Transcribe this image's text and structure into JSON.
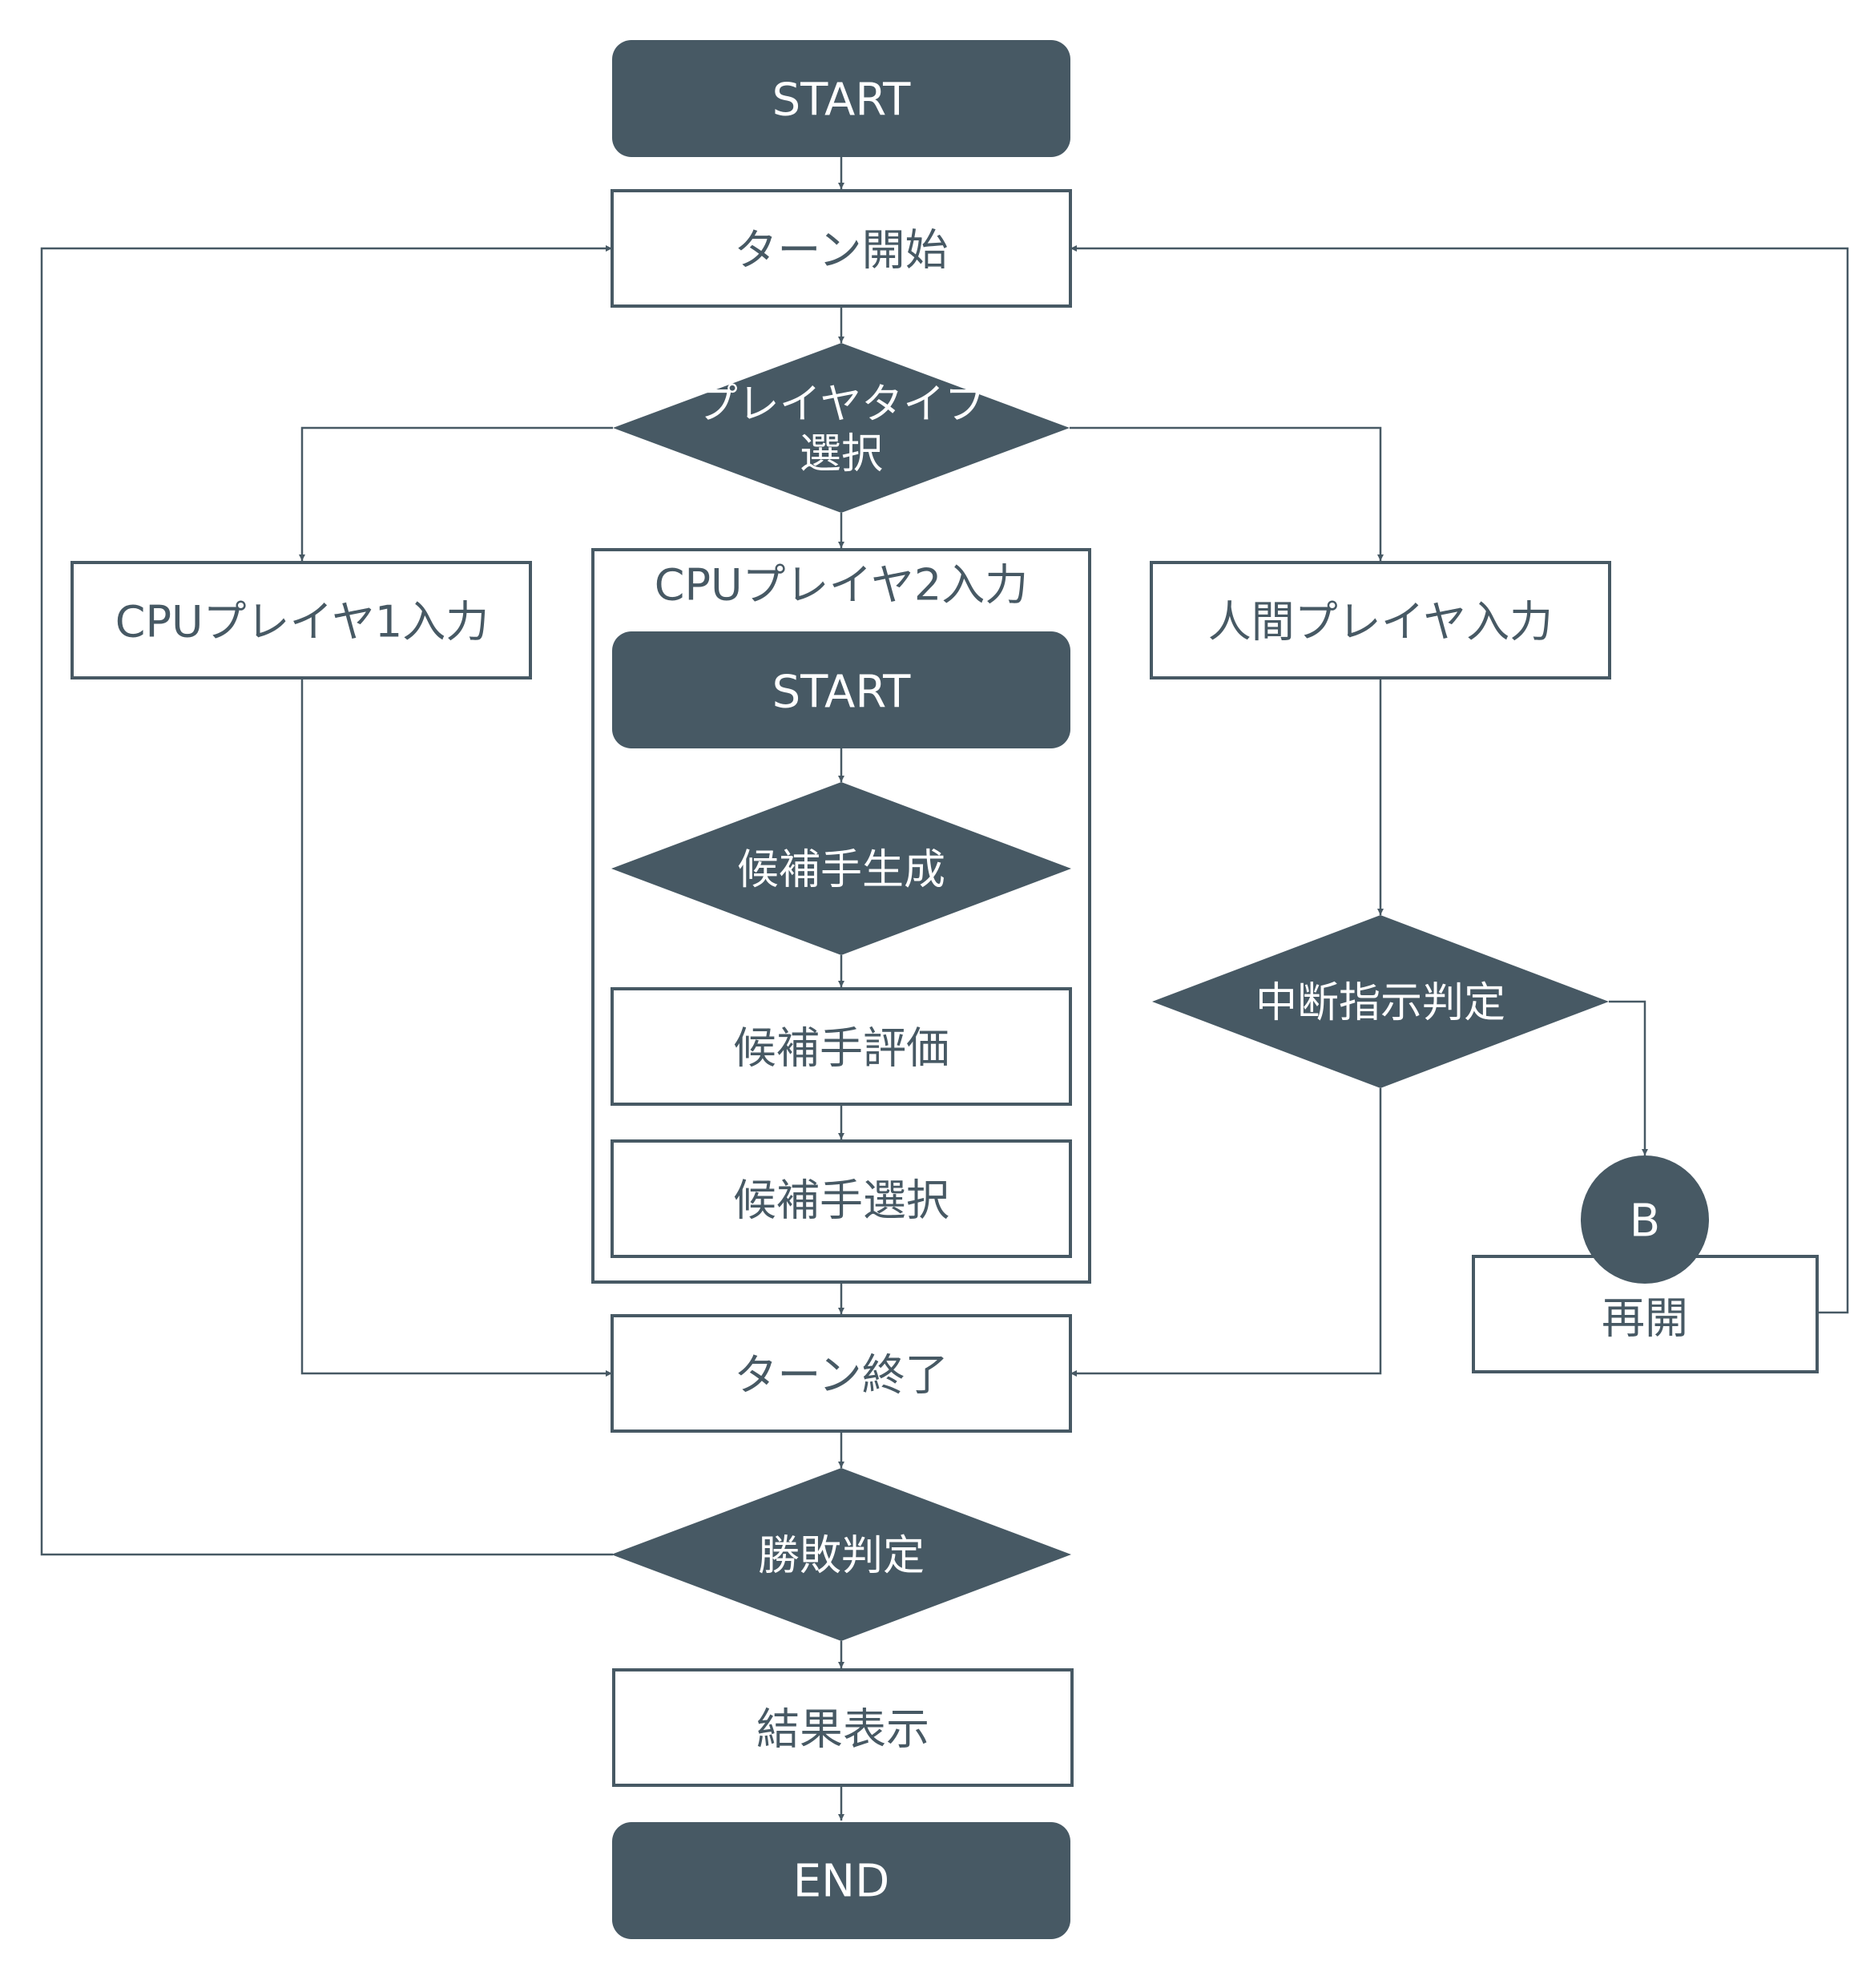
{
  "palette": {
    "primary": "#475964",
    "background": "#ffffff",
    "text_on_primary": "#ffffff",
    "text_on_light": "#475964"
  },
  "nodes": {
    "start_main": {
      "type": "terminal",
      "label": "START"
    },
    "turn_start": {
      "type": "process",
      "label": "ターン開始"
    },
    "player_type_select": {
      "type": "decision",
      "label_line1": "プレイヤタイプ",
      "label_line2": "選択"
    },
    "cpu1_input": {
      "type": "process",
      "label": "CPUプレイヤ1入力"
    },
    "cpu2_group": {
      "type": "group",
      "title": "CPUプレイヤ2入力"
    },
    "cpu2_start": {
      "type": "terminal",
      "label": "START"
    },
    "candidate_generate": {
      "type": "decision",
      "label": "候補手生成"
    },
    "candidate_evaluate": {
      "type": "process",
      "label": "候補手評価"
    },
    "candidate_select": {
      "type": "process",
      "label": "候補手選択"
    },
    "human_input": {
      "type": "process",
      "label": "人間プレイヤ入力"
    },
    "interrupt_check": {
      "type": "decision",
      "label": "中断指示判定"
    },
    "connector_b": {
      "type": "connector",
      "label": "B"
    },
    "resume": {
      "type": "process",
      "label": "再開"
    },
    "turn_end": {
      "type": "process",
      "label": "ターン終了"
    },
    "win_check": {
      "type": "decision",
      "label": "勝敗判定"
    },
    "show_result": {
      "type": "process",
      "label": "結果表示"
    },
    "end_main": {
      "type": "terminal",
      "label": "END"
    }
  },
  "edges": [
    {
      "from": "start_main",
      "to": "turn_start"
    },
    {
      "from": "turn_start",
      "to": "player_type_select"
    },
    {
      "from": "player_type_select",
      "to": "cpu1_input"
    },
    {
      "from": "player_type_select",
      "to": "cpu2_group"
    },
    {
      "from": "player_type_select",
      "to": "human_input"
    },
    {
      "from": "cpu2_start",
      "to": "candidate_generate"
    },
    {
      "from": "candidate_generate",
      "to": "candidate_evaluate"
    },
    {
      "from": "candidate_evaluate",
      "to": "candidate_select"
    },
    {
      "from": "cpu2_group",
      "to": "turn_end"
    },
    {
      "from": "cpu1_input",
      "to": "turn_end"
    },
    {
      "from": "human_input",
      "to": "interrupt_check"
    },
    {
      "from": "interrupt_check",
      "to": "turn_end"
    },
    {
      "from": "interrupt_check",
      "to": "connector_b"
    },
    {
      "from": "resume",
      "to": "turn_start"
    },
    {
      "from": "turn_end",
      "to": "win_check"
    },
    {
      "from": "win_check",
      "to": "turn_start"
    },
    {
      "from": "win_check",
      "to": "show_result"
    },
    {
      "from": "show_result",
      "to": "end_main"
    }
  ]
}
